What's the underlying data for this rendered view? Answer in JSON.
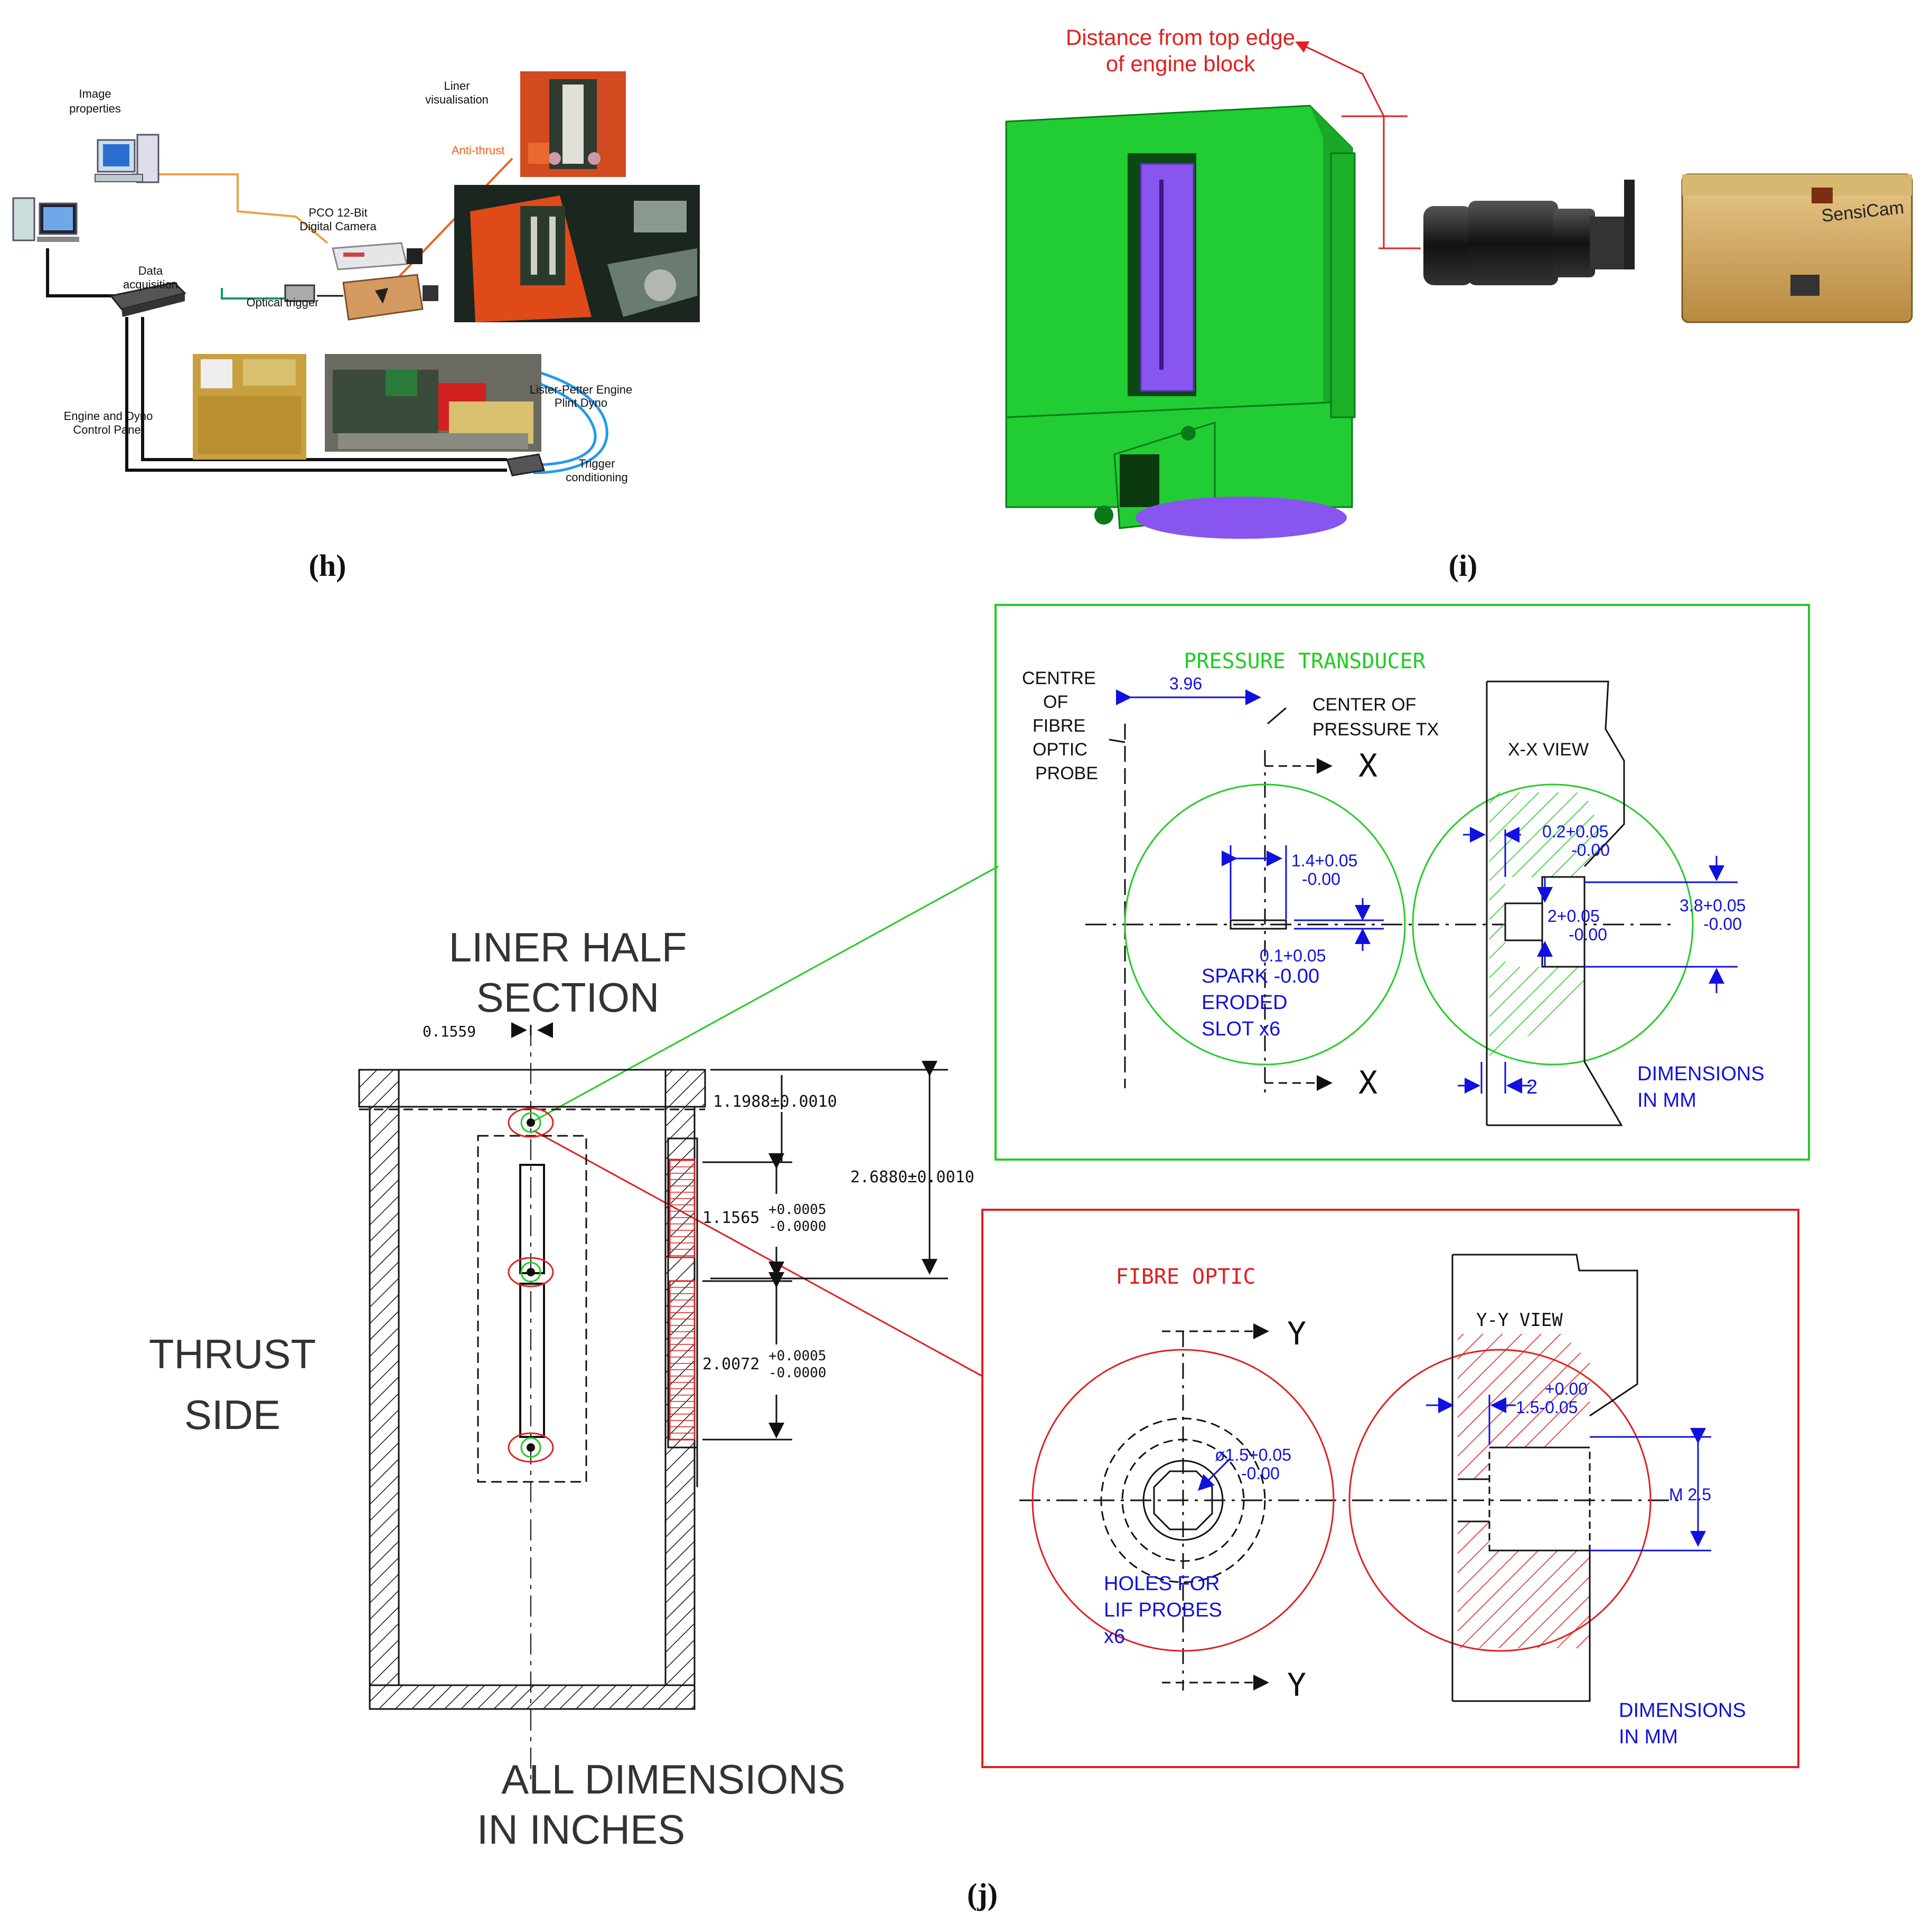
{
  "panels": {
    "h": {
      "caption": "(h)",
      "labels": {
        "image_properties": [
          "Image",
          "properties"
        ],
        "liner_visualisation": [
          "Liner",
          "visualisation"
        ],
        "anti_thrust": "Anti-thrust",
        "pco_camera": [
          "PCO 12-Bit",
          "Digital Camera"
        ],
        "data_acquisition": [
          "Data",
          "acquisition"
        ],
        "optical_trigger": "Optical trigger",
        "engine_dyno_panel": [
          "Engine and Dyno",
          "Control Panel"
        ],
        "lister_petter": [
          "Lister-Petter Engine",
          "Plint Dyno"
        ],
        "trigger_conditioning": [
          "Trigger",
          "conditioning"
        ]
      }
    },
    "i": {
      "caption": "(i)",
      "annotation": [
        "Distance from top edge",
        "of engine block"
      ],
      "camera_brand": "SensiCam"
    },
    "j": {
      "caption": "(j)",
      "liner": {
        "title": [
          "LINER HALF",
          "SECTION"
        ],
        "thrust_side": [
          "THRUST",
          "SIDE"
        ],
        "units_note": [
          "ALL DIMENSIONS",
          "IN INCHES"
        ],
        "dim_offset": "0.1559",
        "dim_top": "1.1988±0.0010",
        "dim_total": "2.6880±0.0010",
        "dim_mid": "1.1565",
        "dim_mid_tol_plus": "+0.0005",
        "dim_mid_tol_minus": "-0.0000",
        "dim_low": "2.0072",
        "dim_low_tol_plus": "+0.0005",
        "dim_low_tol_minus": "-0.0000"
      },
      "pressure_detail": {
        "title": "PRESSURE TRANSDUCER",
        "centre_label": [
          "CENTRE",
          "OF",
          "FIBRE",
          "OPTIC",
          "PROBE"
        ],
        "center_tx_label": [
          "CENTER OF",
          "PRESSURE TX"
        ],
        "dim_396": "3.96",
        "section_mark": "X",
        "view_label": "X-X VIEW",
        "dim_slot": [
          "1.4+0.05",
          "-0.00"
        ],
        "dim_slot_w": [
          "0.1+0.05"
        ],
        "spark_label": [
          "SPARK -0.00",
          "ERODED",
          "SLOT x6"
        ],
        "dim_02": [
          "0.2+0.05",
          "-0.00"
        ],
        "dim_2p": [
          "2+0.05",
          "-0.00"
        ],
        "dim_38": [
          "3.8+0.05",
          "-0.00"
        ],
        "dim_2": "2",
        "units": [
          "DIMENSIONS",
          "IN MM"
        ]
      },
      "fibre_detail": {
        "title": "FIBRE OPTIC",
        "section_mark": "Y",
        "view_label": "Y-Y VIEW",
        "dim_dia": [
          "ø1.5+0.05",
          "-0.00"
        ],
        "dim_15": [
          "+0.00",
          "1.5-0.05"
        ],
        "dim_m25": "M 2.5",
        "holes_label": [
          "HOLES FOR",
          "LIF PROBES",
          "x6"
        ],
        "units": [
          "DIMENSIONS",
          "IN MM"
        ]
      }
    }
  },
  "colors": {
    "green_frame": "#22cc22",
    "red_frame": "#e02020",
    "dim_blue": "#1010e0",
    "engine_green": "#22cc33",
    "liner_purple": "#8855ee"
  }
}
